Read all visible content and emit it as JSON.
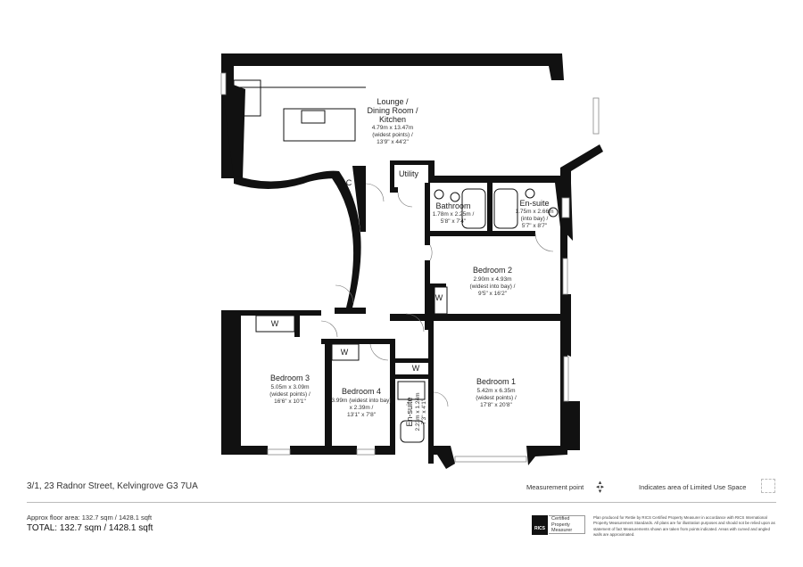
{
  "rooms": {
    "lounge": {
      "title_1": "Lounge /",
      "title_2": "Dining Room /",
      "title_3": "Kitchen",
      "dim_1": "4.79m x 13.47m",
      "dim_2": "(widest points) /",
      "dim_3": "13'9\" x 44'2\""
    },
    "utility": {
      "title": "Utility"
    },
    "cupboard": {
      "title": "C"
    },
    "bathroom": {
      "title": "Bathroom",
      "dim_1": "1.78m x 2.25m /",
      "dim_2": "5'8\" x 7'4\""
    },
    "ensuite_1": {
      "title": "En-suite",
      "dim_1": "1.75m x 2.66m",
      "dim_2": "(into bay) /",
      "dim_3": "5'7\" x 8'7\""
    },
    "bedroom_2": {
      "title": "Bedroom 2",
      "dim_1": "2.90m x 4.93m",
      "dim_2": "(widest into bay) /",
      "dim_3": "9'5\" x 16'2\"",
      "wardrobe": "W"
    },
    "bedroom_1": {
      "title": "Bedroom 1",
      "dim_1": "5.42m x 6.35m",
      "dim_2": "(widest points) /",
      "dim_3": "17'8\" x 20'8\""
    },
    "bedroom_3": {
      "title": "Bedroom 3",
      "dim_1": "5.05m x 3.09m",
      "dim_2": "(widest points) /",
      "dim_3": "16'6\" x 10'1\"",
      "wardrobe": "W"
    },
    "bedroom_4": {
      "title": "Bedroom 4",
      "dim_1": "3.99m (widest into bay)",
      "dim_2": "x 2.39m /",
      "dim_3": "13'1\" x 7'8\"",
      "wardrobe": "W"
    },
    "ensuite_2": {
      "title": "En-suite",
      "dim_1": "2.23m x 1.24m",
      "dim_2": "7'3\" x 4'1\"",
      "wardrobe": "W"
    }
  },
  "footer": {
    "address": "3/1, 23 Radnor Street, Kelvingrove G3 7UA",
    "measurement_point": "Measurement point",
    "limited_use": "Indicates area of  Limited Use Space",
    "approx_area": "Approx floor area: 132.7 sqm / 1428.1 sqft",
    "total": "TOTAL: 132.7 sqm / 1428.1 sqft",
    "rics_logo": "RICS",
    "rics_1": "Certified",
    "rics_2": "Property",
    "rics_3": "Measurer",
    "disclaimer": "Plan produced for Rettie by RICS Certified Property Measurer in accordance with RICS International Property Measurement Standards. All plans are for illustration purposes and should not be relied upon as statement of fact Measurements shown are taken from points indicated. Areas with curved and angled walls are approximated."
  }
}
